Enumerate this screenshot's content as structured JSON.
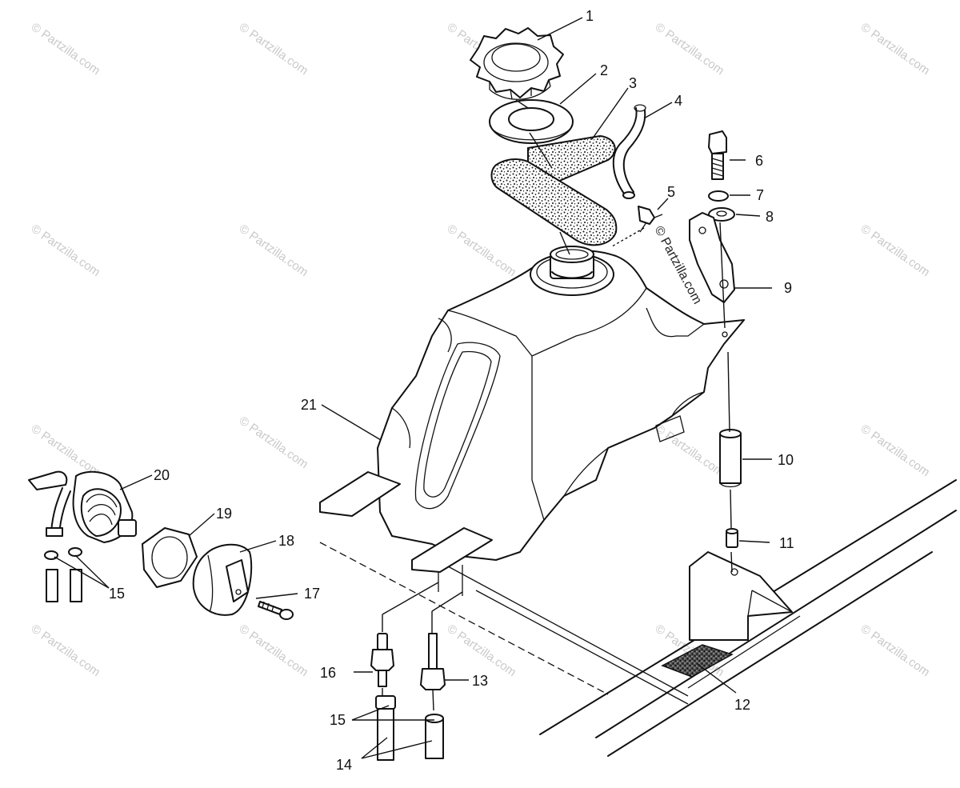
{
  "watermark": {
    "text": "© Partzilla.com",
    "overlay_text": "© Partzilla.com"
  },
  "callouts": {
    "c1": "1",
    "c2": "2",
    "c3": "3",
    "c4": "4",
    "c5": "5",
    "c6": "6",
    "c7": "7",
    "c8": "8",
    "c9": "9",
    "c10": "10",
    "c11": "11",
    "c12": "12",
    "c13": "13",
    "c14": "14",
    "c15a": "15",
    "c15b": "15",
    "c16": "16",
    "c17": "17",
    "c18": "18",
    "c19": "19",
    "c20": "20",
    "c21": "21"
  },
  "parts": [
    {
      "ref": "1",
      "name": "fuel-cap"
    },
    {
      "ref": "2",
      "name": "gasket"
    },
    {
      "ref": "3",
      "name": "foam-pad"
    },
    {
      "ref": "4",
      "name": "vent-hose"
    },
    {
      "ref": "5",
      "name": "vent-fitting"
    },
    {
      "ref": "6",
      "name": "bolt"
    },
    {
      "ref": "7",
      "name": "lock-washer"
    },
    {
      "ref": "8",
      "name": "flat-washer"
    },
    {
      "ref": "9",
      "name": "mounting-bracket"
    },
    {
      "ref": "10",
      "name": "spacer"
    },
    {
      "ref": "11",
      "name": "bushing"
    },
    {
      "ref": "12",
      "name": "pad"
    },
    {
      "ref": "13",
      "name": "fitting"
    },
    {
      "ref": "14",
      "name": "fuel-line"
    },
    {
      "ref": "15",
      "name": "clamp"
    },
    {
      "ref": "16",
      "name": "petcock"
    },
    {
      "ref": "17",
      "name": "screw"
    },
    {
      "ref": "18",
      "name": "filter-mount"
    },
    {
      "ref": "19",
      "name": "nut"
    },
    {
      "ref": "20",
      "name": "fuel-filter"
    },
    {
      "ref": "21",
      "name": "fuel-tank"
    }
  ]
}
